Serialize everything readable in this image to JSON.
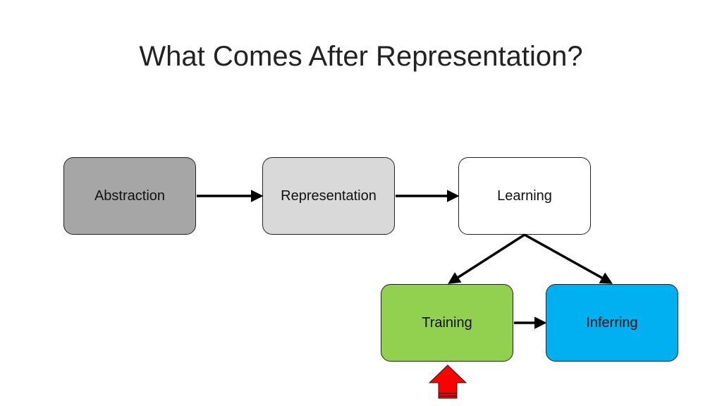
{
  "title": "What Comes After Representation?",
  "nodes": {
    "abstraction": {
      "label": "Abstraction",
      "color": "#a6a6a6"
    },
    "representation": {
      "label": "Representation",
      "color": "#d9d9d9"
    },
    "learning": {
      "label": "Learning",
      "color": "#ffffff"
    },
    "training": {
      "label": "Training",
      "color": "#92d050"
    },
    "inferring": {
      "label": "Inferring",
      "color": "#00b0f0"
    }
  },
  "highlight_arrow_color": "#ff0000"
}
